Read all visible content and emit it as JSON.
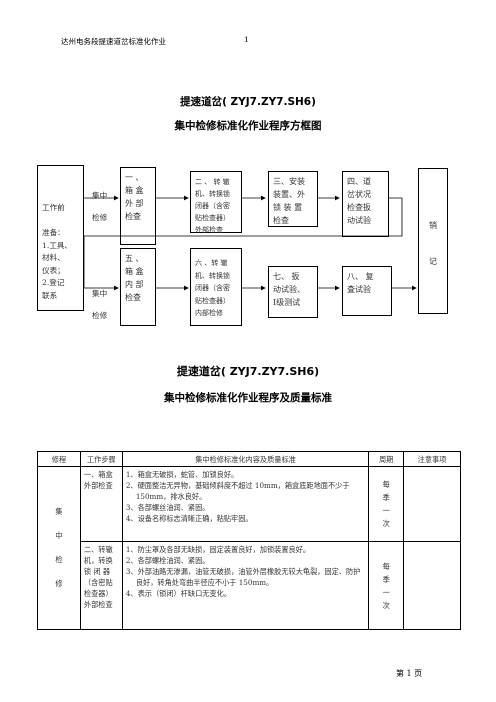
{
  "header": {
    "company": "达州电务段提速道岔标准化作业",
    "page_num": "1"
  },
  "flow": {
    "title1": "提速道岔( ZYJ7.ZY7.SH6)",
    "title2": "集中检修标准化作业程序方框图",
    "prep": "工作前\n\n准备：\n1.工具、\n材料、\n仪表；\n2.登记\n联系",
    "branch1": "集中\n\n检修",
    "branch2": "集中\n\n检修",
    "step1": "一 、\n箱 盒\n外 部\n检查",
    "step2": "二 、 转 辙\n机、转换锁\n闭器（含密\n贴检查器）\n外部检查",
    "step3": "三、安装\n装置、外\n锁 装 置\n检查",
    "step4": "四、道\n岔状况\n检查扳\n动试验",
    "step5": "五 、\n箱 盒\n内 部\n检查",
    "step6": "六 、转 辙\n机、转换锁\n闭器（含密\n贴检查器）\n内部检修",
    "step7": "七、 扳\n动试验、\nI级测试",
    "step8": "八、 复\n査试验",
    "end": "销\n\n\n\n记"
  },
  "std": {
    "title1": "提速道岔( ZYJ7.ZY7.SH6)",
    "title2": "集中检修标准化作业程序及质量标准",
    "headers": [
      "修程",
      "工作步骤",
      "集中检修标准化内容及质量标准",
      "周期",
      "注意事项"
    ],
    "mode": "集\n\n中\n\n检\n\n修",
    "rows": [
      {
        "step": "一、箱盒\n外部检查",
        "items": [
          "1、箱盒无破损，蛇管、加锁良好。",
          "2、硬面整洁无异物，基础倾斜度不超过 10mm，箱盒底距地面不少于 150mm，排水良好。",
          "3、各部螺丝油润、紧固。",
          "4、设备名称标志清晰正确，粘贴牢固。"
        ],
        "cycle": "每\n季\n一\n次"
      },
      {
        "step": "二、转辙\n机，转换\n锁 闭 器\n（含密贴\n检查器）\n外部检查",
        "items": [
          "1、防尘罩及各部无缺损，固定装置良好，加锁装置良好。",
          "2、各部螺栓油润、紧固。",
          "3、外部油路无渗漏，油管无破损，油管外层橡胶无较大龟裂，固定、防护良好，转角处弯曲半径应不小于 150mm。",
          "4、表示（锁闭）杆缺口无变化。"
        ],
        "cycle": "每\n季\n一\n次"
      }
    ]
  },
  "footer": {
    "page_label": "第 1 页"
  }
}
